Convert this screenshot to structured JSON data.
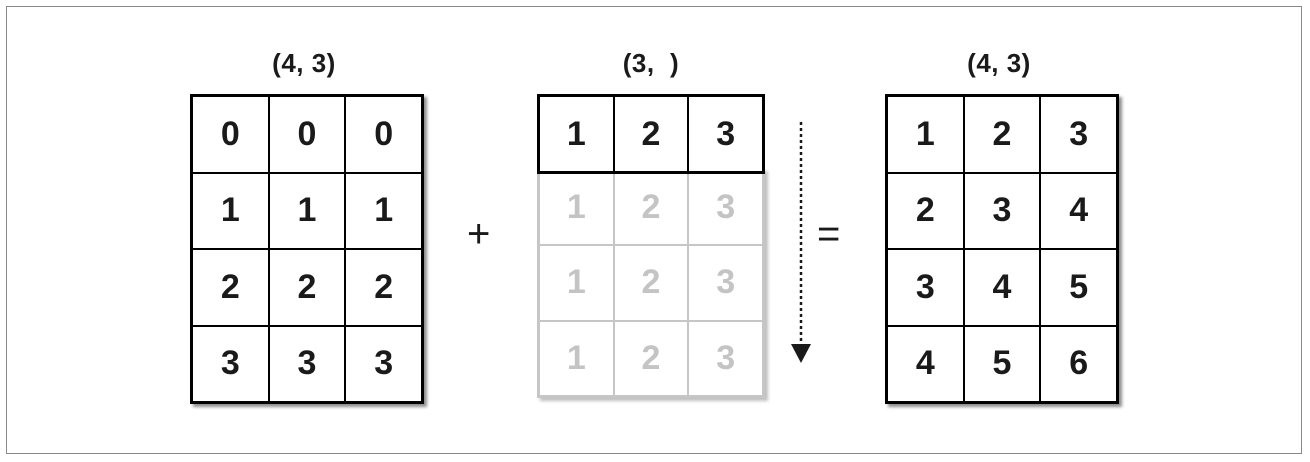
{
  "matrix_a": {
    "shape": "(4, 3)",
    "rows": [
      [
        "0",
        "0",
        "0"
      ],
      [
        "1",
        "1",
        "1"
      ],
      [
        "2",
        "2",
        "2"
      ],
      [
        "3",
        "3",
        "3"
      ]
    ]
  },
  "operator_plus": "+",
  "matrix_b": {
    "shape": "(3,  )",
    "row": [
      "1",
      "2",
      "3"
    ],
    "broadcast_rows": [
      [
        "1",
        "2",
        "3"
      ],
      [
        "1",
        "2",
        "3"
      ],
      [
        "1",
        "2",
        "3"
      ]
    ]
  },
  "operator_equals": "=",
  "result": {
    "shape": "(4, 3)",
    "rows": [
      [
        "1",
        "2",
        "3"
      ],
      [
        "2",
        "3",
        "4"
      ],
      [
        "3",
        "4",
        "5"
      ],
      [
        "4",
        "5",
        "6"
      ]
    ]
  },
  "colors": {
    "ink": "#1a1a1a",
    "ghost_text": "#c4c4c4",
    "ghost_border": "#c6c6c6"
  }
}
